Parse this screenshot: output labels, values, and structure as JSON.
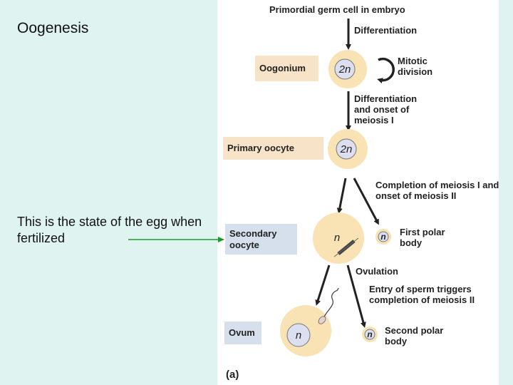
{
  "slide": {
    "title": "Oogenesis",
    "note": "This is the state of the egg when fertilized"
  },
  "diagram": {
    "header": "Primordial germ cell in embryo",
    "steps": {
      "differentiation": "Differentiation",
      "mitotic_division": "Mitotic division",
      "differentiation_meiosis1": "Differentiation and onset of meiosis I",
      "completion_meiosis1": "Completion of meiosis I and onset of meiosis II",
      "ovulation": "Ovulation",
      "sperm_entry": "Entry of sperm triggers completion of meiosis II"
    },
    "stages": {
      "oogonium": "Oogonium",
      "primary_oocyte": "Primary oocyte",
      "secondary_oocyte": "Secondary oocyte",
      "ovum": "Ovum"
    },
    "polar_bodies": {
      "first": "First polar body",
      "second": "Second polar body"
    },
    "ploidy": {
      "diploid": "2n",
      "haploid": "n"
    },
    "panel_label": "(a)",
    "colors": {
      "cell_fill": "#f9e2b3",
      "nucleus_fill": "#dcdff0",
      "tan_box": "#f7e4c8",
      "blue_box": "#d6e0ec",
      "pointer_arrow": "#1a9a2a"
    }
  }
}
